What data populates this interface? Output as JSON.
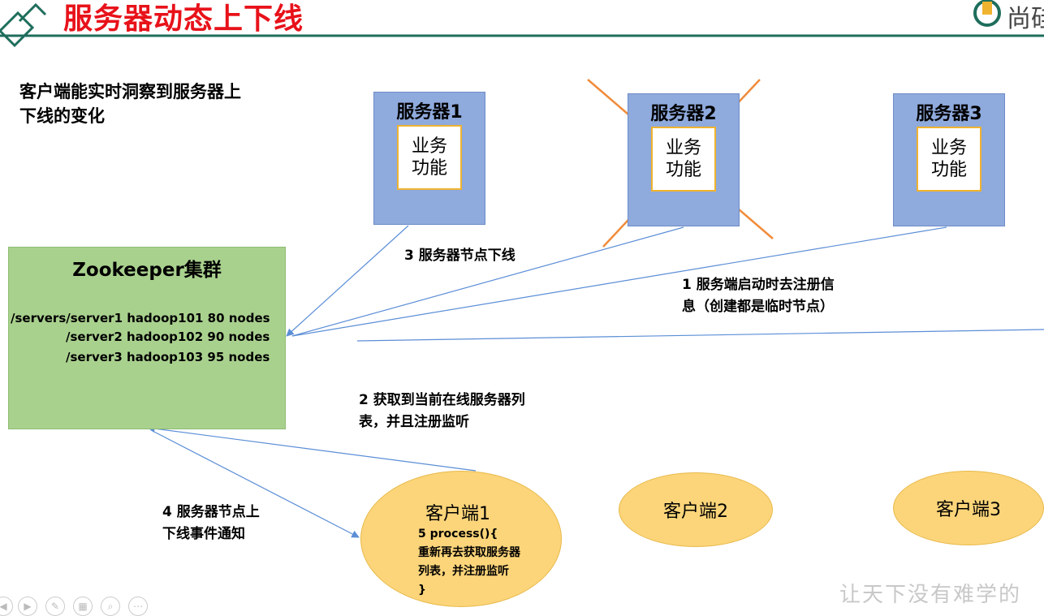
{
  "header": {
    "title": "服务器动态上下线",
    "brand_text": "尚硅",
    "accent_color": "#e8121a",
    "rule_color": "#1e6e5c"
  },
  "description": "客户端能实时洞察到服务器上下线的变化",
  "servers": [
    {
      "title": "服务器1",
      "func": "业务\n功能",
      "offline": false
    },
    {
      "title": "服务器2",
      "func": "业务\n功能",
      "offline": true
    },
    {
      "title": "服务器3",
      "func": "业务\n功能",
      "offline": false
    }
  ],
  "zookeeper": {
    "title": "Zookeeper集群",
    "lines": [
      "/servers/server1  hadoop101  80 nodes",
      "/server2 hadoop102  90 nodes",
      "/server3 hadoop103  95 nodes"
    ]
  },
  "steps": {
    "step1": "1  服务端启动时去注册信\n息（创建都是临时节点）",
    "step2": "2  获取到当前在线服务器列\n表，并且注册监听",
    "step3": "3 服务器节点下线",
    "step4": "4  服务器节点上\n下线事件通知"
  },
  "clients": [
    {
      "title": "客户端1",
      "code": "5 process(){\n重新再去获取服务器\n列表，并注册监听\n}"
    },
    {
      "title": "客户端2"
    },
    {
      "title": "客户端3"
    }
  ],
  "watermark": "让天下没有难学的",
  "colors": {
    "server_fill": "#8faadc",
    "zk_fill": "#a9d18e",
    "client_fill": "#fcd57a",
    "cross": "#f08b3a",
    "arrow": "#5b8ed6"
  }
}
